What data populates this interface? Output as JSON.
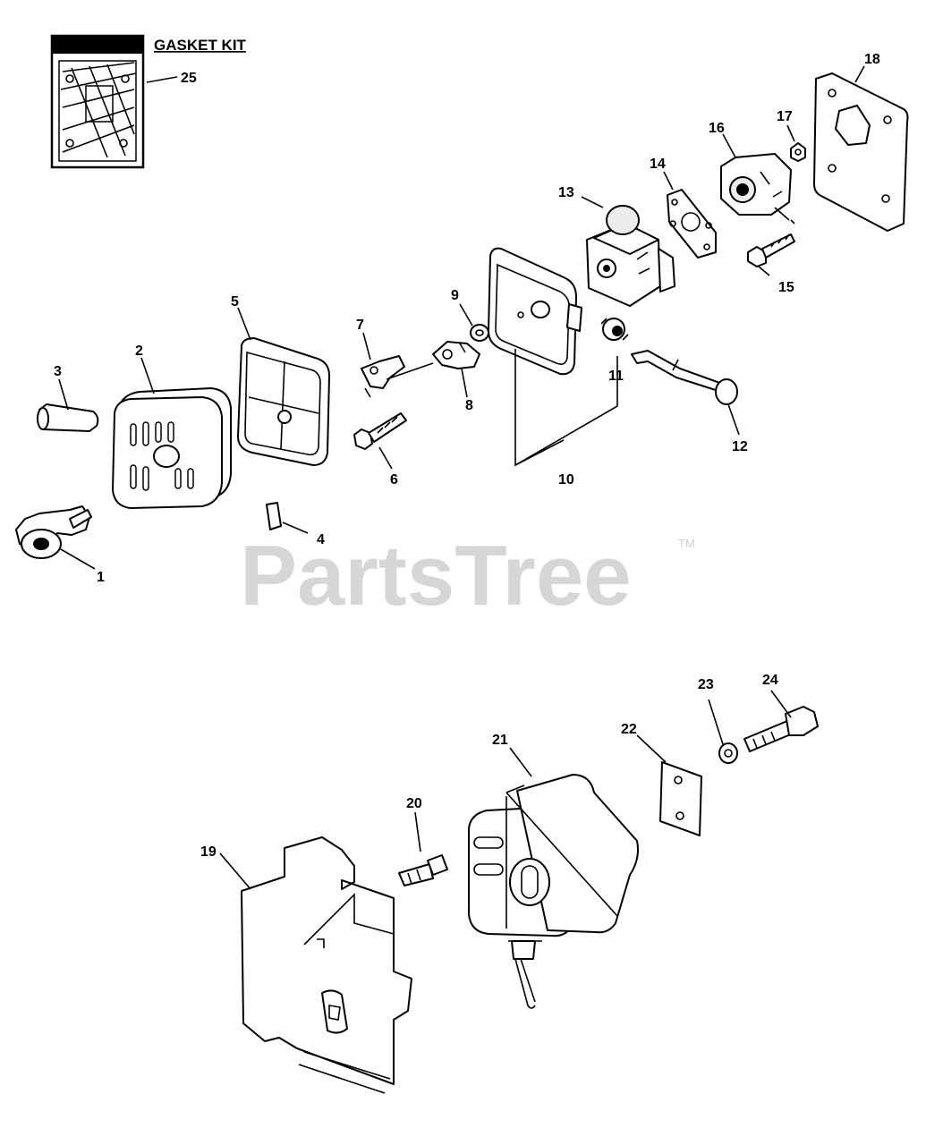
{
  "watermark": {
    "text": "PartsTree",
    "trademark": "TM"
  },
  "kit": {
    "label": "GASKET KIT"
  },
  "callouts": [
    {
      "id": "1",
      "text": "1"
    },
    {
      "id": "2",
      "text": "2"
    },
    {
      "id": "3",
      "text": "3"
    },
    {
      "id": "4",
      "text": "4"
    },
    {
      "id": "5",
      "text": "5"
    },
    {
      "id": "6",
      "text": "6"
    },
    {
      "id": "7",
      "text": "7"
    },
    {
      "id": "8",
      "text": "8"
    },
    {
      "id": "9",
      "text": "9"
    },
    {
      "id": "10",
      "text": "10"
    },
    {
      "id": "11",
      "text": "11"
    },
    {
      "id": "12",
      "text": "12"
    },
    {
      "id": "13",
      "text": "13"
    },
    {
      "id": "14",
      "text": "14"
    },
    {
      "id": "15",
      "text": "15"
    },
    {
      "id": "16",
      "text": "16"
    },
    {
      "id": "17",
      "text": "17"
    },
    {
      "id": "18",
      "text": "18"
    },
    {
      "id": "19",
      "text": "19"
    },
    {
      "id": "20",
      "text": "20"
    },
    {
      "id": "21",
      "text": "21"
    },
    {
      "id": "22",
      "text": "22"
    },
    {
      "id": "23",
      "text": "23"
    },
    {
      "id": "24",
      "text": "24"
    },
    {
      "id": "25",
      "text": "25"
    }
  ]
}
